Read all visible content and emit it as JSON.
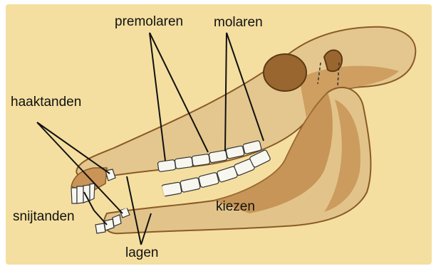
{
  "diagram": {
    "labels": {
      "premolaren": "premolaren",
      "molaren": "molaren",
      "haaktanden": "haaktanden",
      "snijtanden": "snijtanden",
      "kiezen": "kiezen",
      "lagen": "lagen"
    },
    "colors": {
      "background": "#F4DFA0",
      "bone": "#E2C48A",
      "bone_shadow": "#B8823F",
      "bone_dark": "#8A5A26",
      "tooth": "#F7F7F0",
      "line": "#111111"
    }
  }
}
